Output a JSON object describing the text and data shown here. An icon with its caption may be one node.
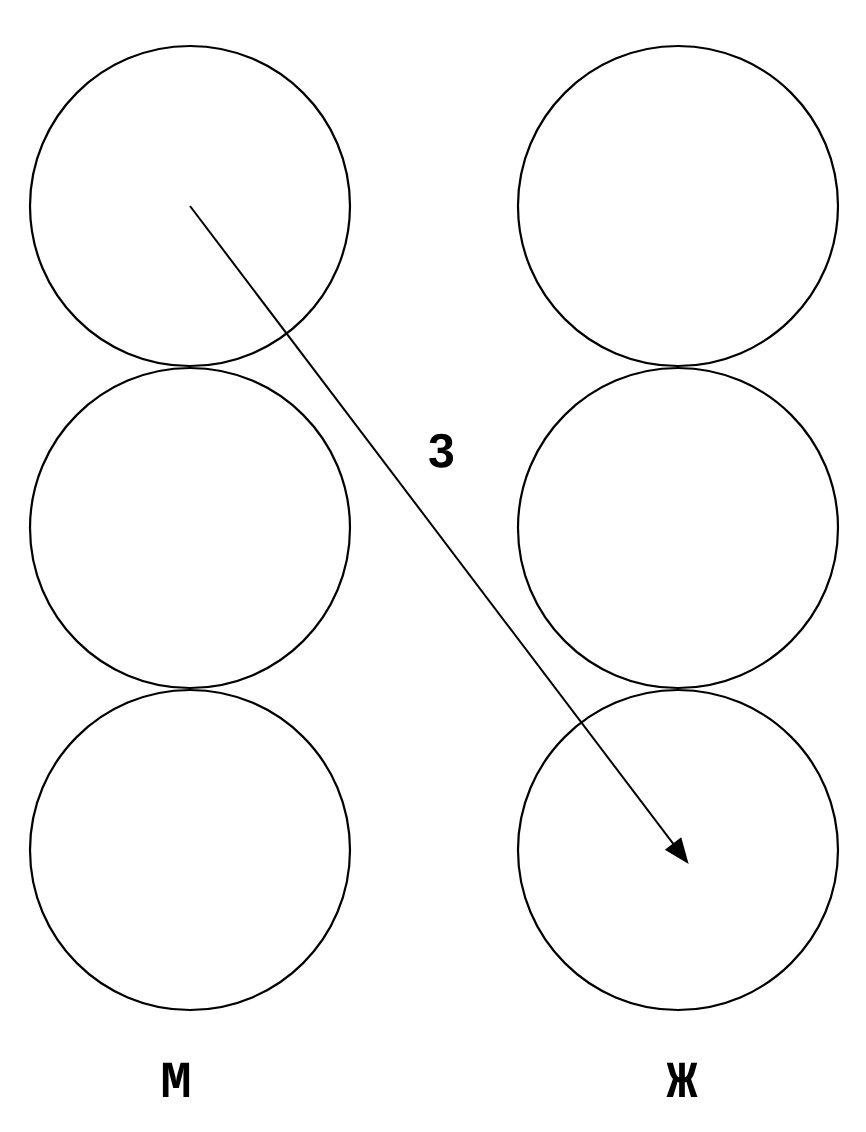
{
  "diagram": {
    "nodes": [
      {
        "text": [],
        "shape": "circle"
      },
      {
        "text": [],
        "shape": "circle"
      },
      {
        "text": [],
        "shape": "circle"
      },
      {
        "text": [],
        "shape": "circle"
      },
      {
        "text": [],
        "shape": "circle"
      },
      {
        "text": [],
        "shape": "circle"
      }
    ],
    "edges": [
      {
        "from": 0,
        "to": 5,
        "arrow": "to",
        "label": "3"
      }
    ],
    "labels": [
      "М",
      "Ж"
    ]
  }
}
